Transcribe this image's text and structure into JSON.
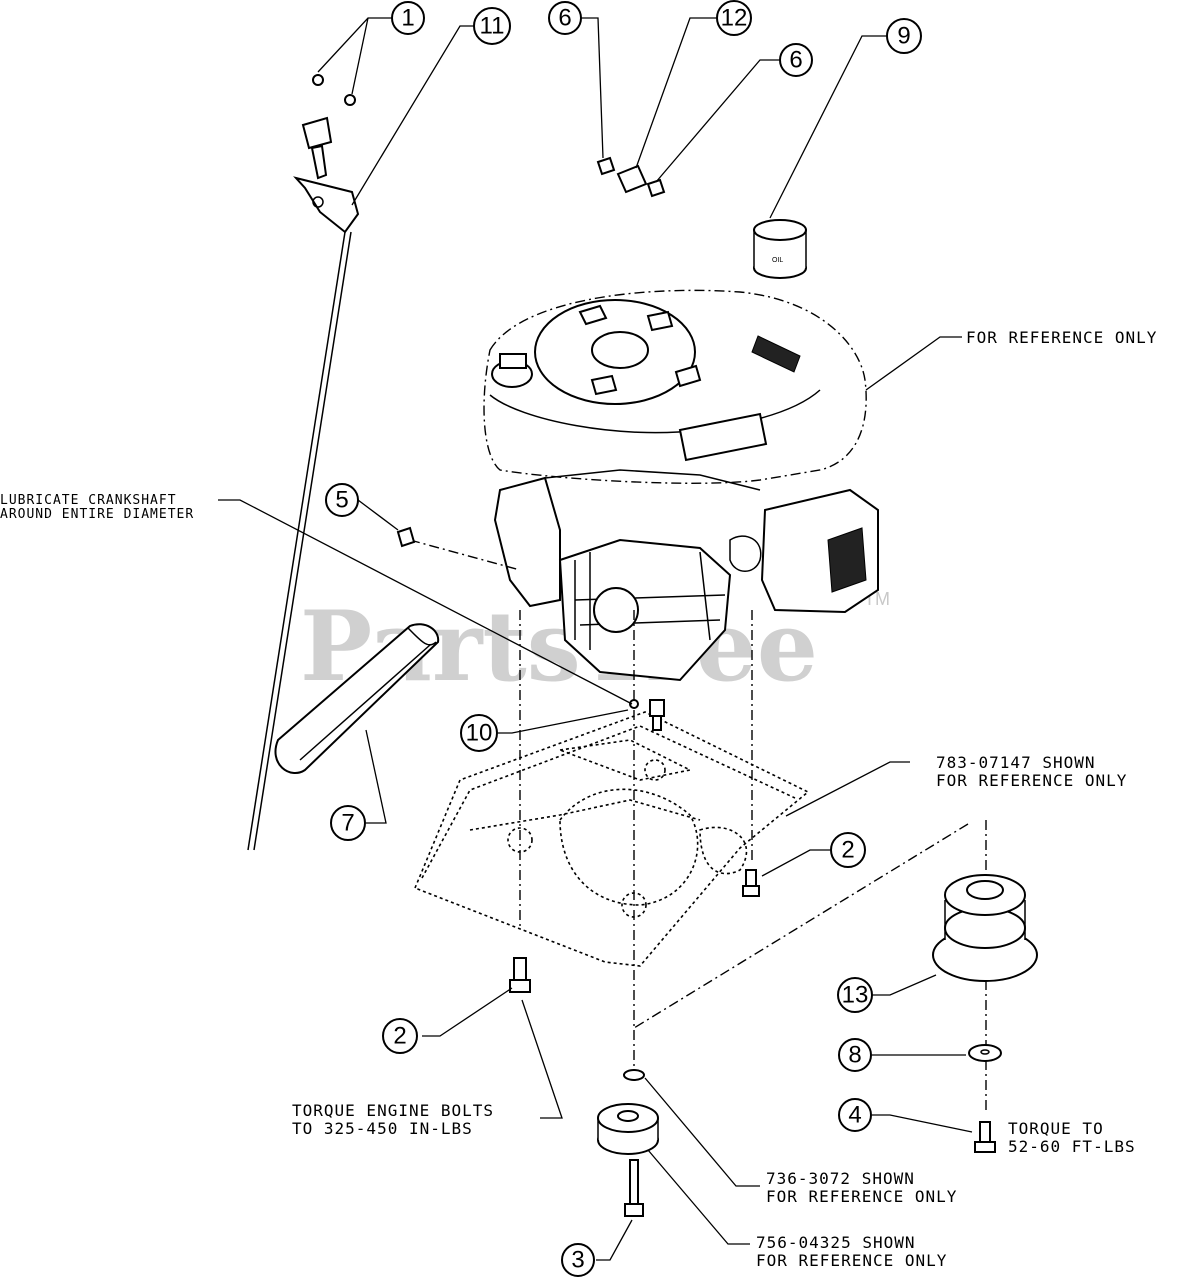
{
  "watermark": {
    "text": "PartsTree",
    "tm": "TM"
  },
  "callouts": [
    {
      "id": "c1",
      "label": "1"
    },
    {
      "id": "c11",
      "label": "11"
    },
    {
      "id": "c6a",
      "label": "6"
    },
    {
      "id": "c12",
      "label": "12"
    },
    {
      "id": "c6b",
      "label": "6"
    },
    {
      "id": "c9",
      "label": "9"
    },
    {
      "id": "c5",
      "label": "5"
    },
    {
      "id": "c10",
      "label": "10"
    },
    {
      "id": "c7",
      "label": "7"
    },
    {
      "id": "c2a",
      "label": "2"
    },
    {
      "id": "c13",
      "label": "13"
    },
    {
      "id": "c8",
      "label": "8"
    },
    {
      "id": "c2b",
      "label": "2"
    },
    {
      "id": "c4",
      "label": "4"
    },
    {
      "id": "c3",
      "label": "3"
    }
  ],
  "notes": {
    "engine_ref": "FOR REFERENCE ONLY",
    "lubricate_line1": "LUBRICATE CRANKSHAFT",
    "lubricate_line2": "AROUND ENTIRE DIAMETER",
    "plate_ref_line1": "783-07147 SHOWN",
    "plate_ref_line2": "FOR REFERENCE ONLY",
    "torque_bolts_line1": "TORQUE ENGINE BOLTS",
    "torque_bolts_line2": "TO 325-450 IN-LBS",
    "torque_to_line1": "TORQUE TO",
    "torque_to_line2": "52-60 FT-LBS",
    "spacer_ref_line1": "736-3072 SHOWN",
    "spacer_ref_line2": "FOR REFERENCE ONLY",
    "pulley_ref_line1": "756-04325 SHOWN",
    "pulley_ref_line2": "FOR REFERENCE ONLY"
  },
  "oil_label": "OIL"
}
